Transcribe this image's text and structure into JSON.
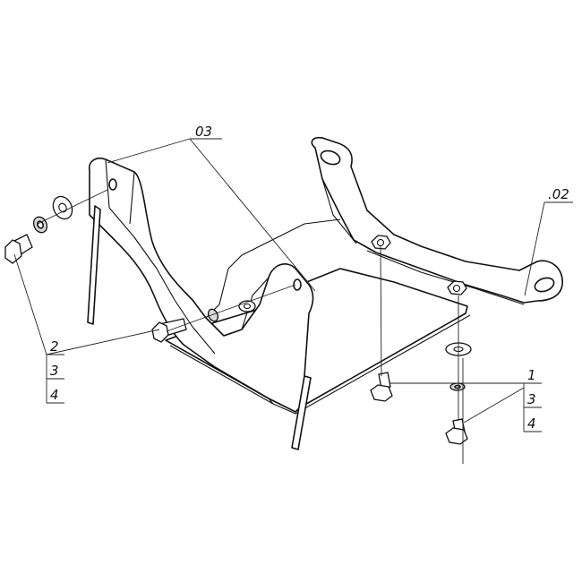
{
  "drawing": {
    "callouts": {
      "part_03": "03",
      "part_02": ".02",
      "left_group": {
        "top": "2",
        "mid": "3",
        "bot": "4"
      },
      "right_group": {
        "top": "1",
        "mid": "3",
        "bot": "4"
      }
    },
    "colors": {
      "line": "#111111",
      "background": "#ffffff",
      "hardware_fill": "#d9d9d9"
    }
  }
}
